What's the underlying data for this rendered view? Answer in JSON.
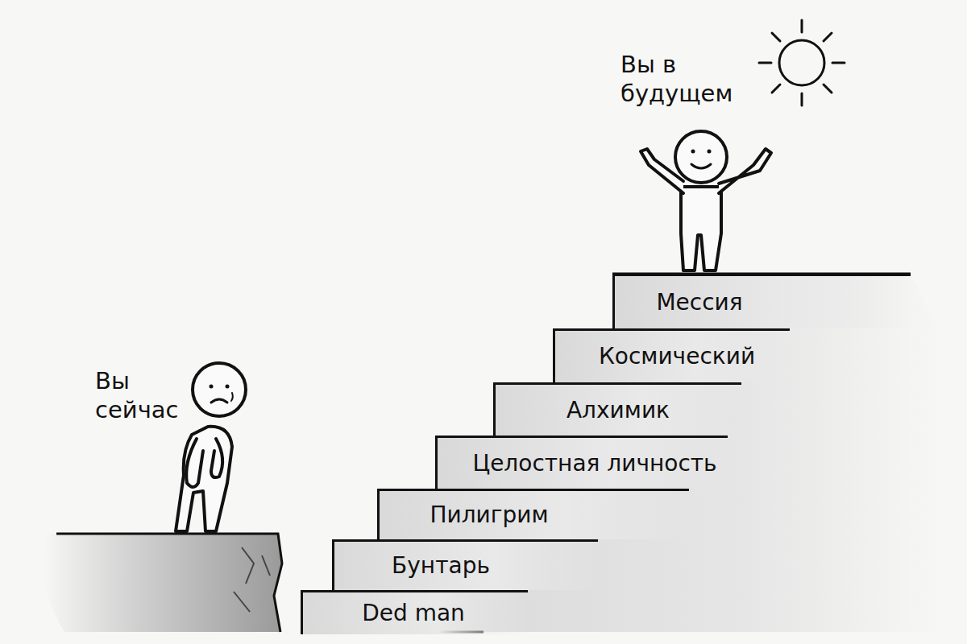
{
  "diagram": {
    "nodes": [
      {
        "text": [
          "Ded man"
        ]
      },
      {
        "text": [
          "Бунтарь"
        ]
      },
      {
        "text": [
          "Пилигрим"
        ]
      },
      {
        "text": [
          "Целостная личность"
        ]
      },
      {
        "text": [
          "Алхимик"
        ]
      },
      {
        "text": [
          "Космический"
        ]
      },
      {
        "text": [
          "Мессия"
        ]
      }
    ],
    "labels": [
      "Вы сейчас",
      "Вы в будущем"
    ]
  }
}
